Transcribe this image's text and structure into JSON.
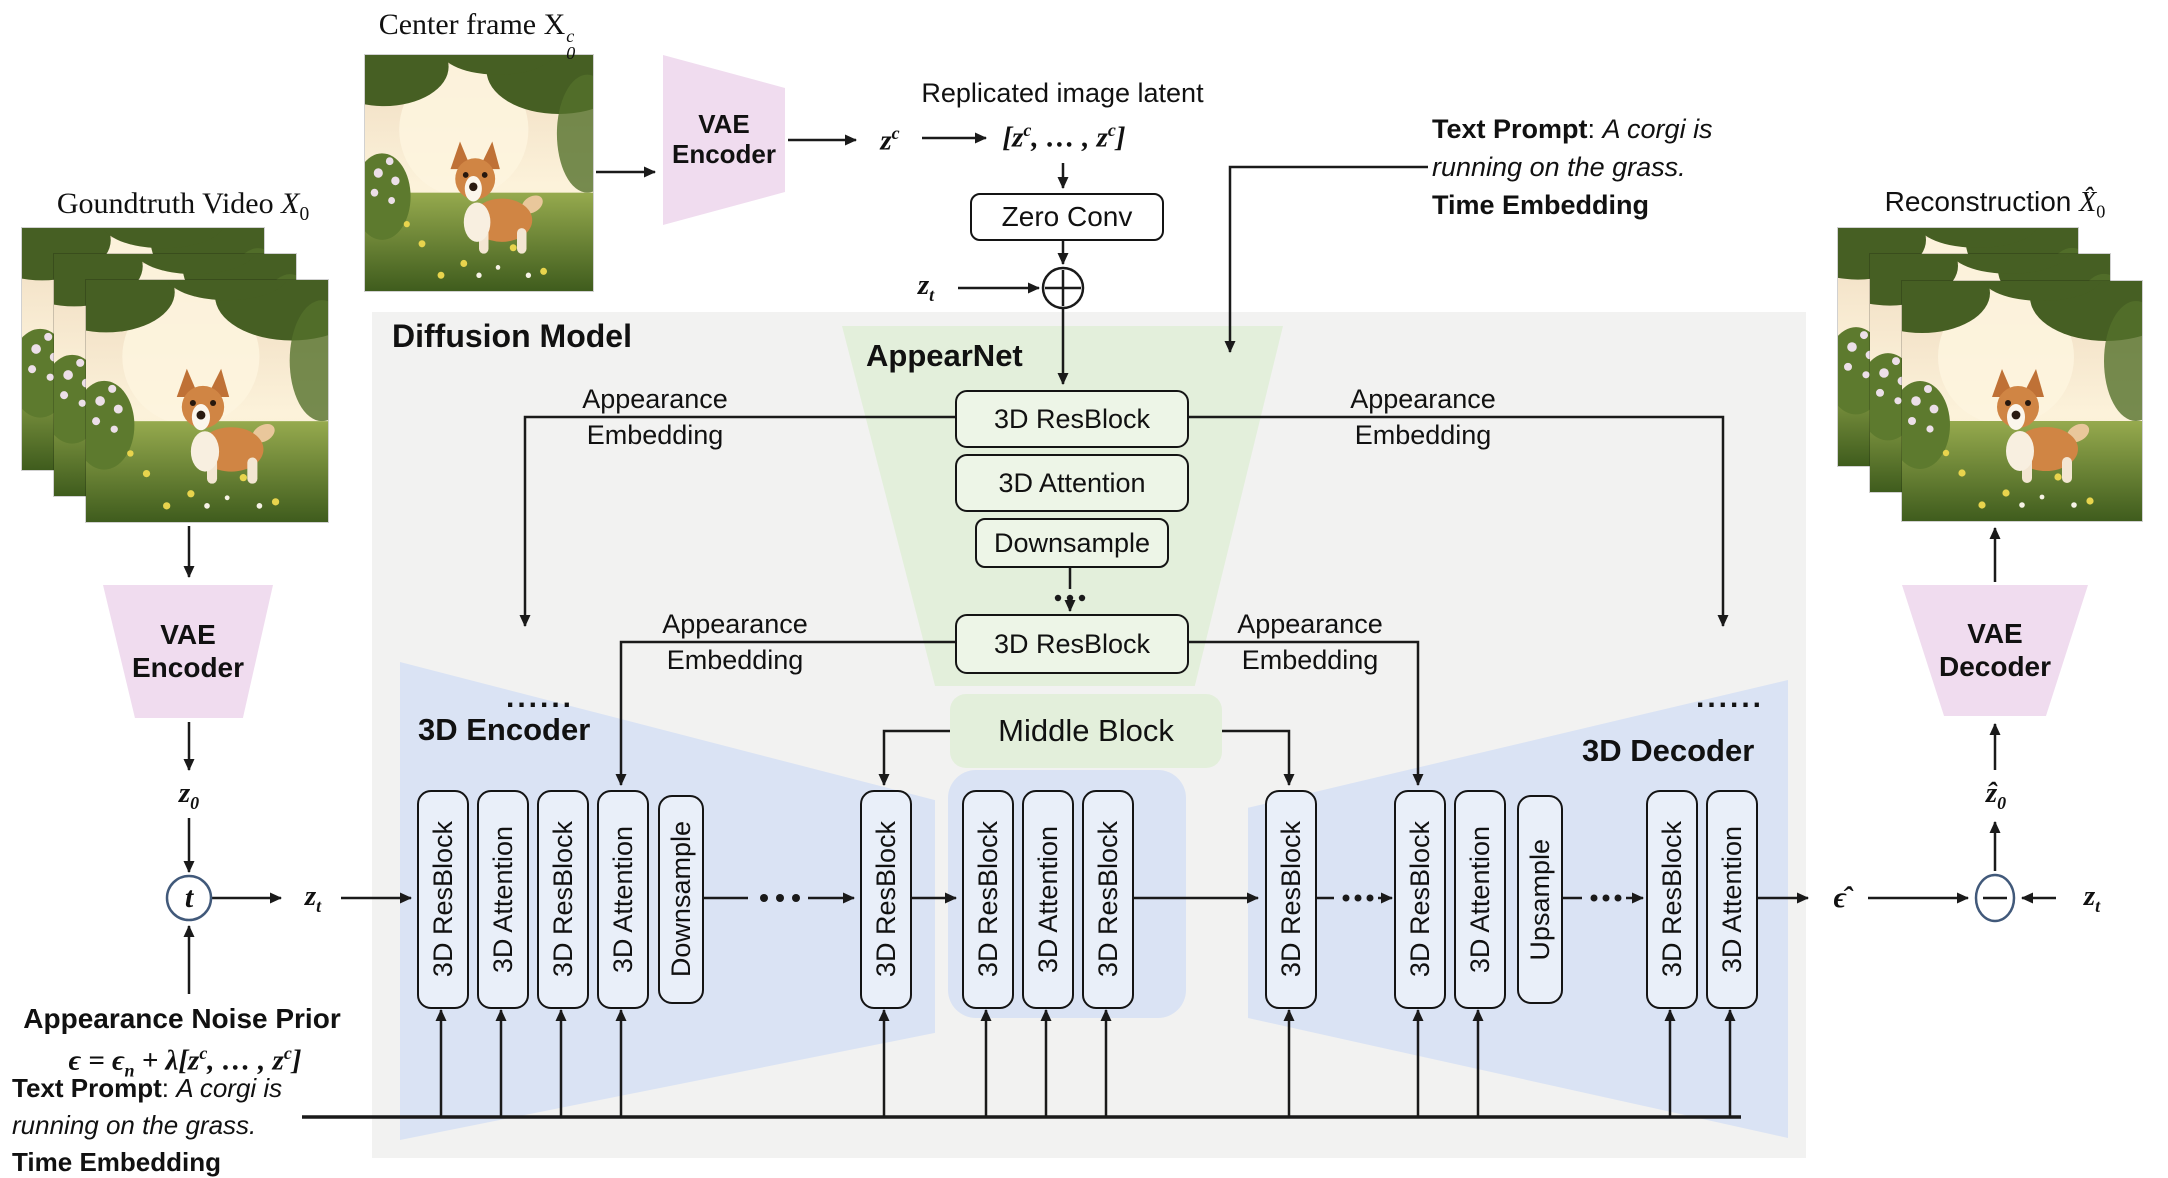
{
  "io": {
    "groundtruth_label": "Goundtruth Video",
    "groundtruth_var": "X",
    "groundtruth_sub": "0",
    "center_label": "Center frame",
    "center_var": "X",
    "center_sup": "c",
    "center_sub": "0",
    "recon_label": "Reconstruction",
    "recon_var": "X̂",
    "recon_sub": "0",
    "replicated": "Replicated image latent"
  },
  "vae": {
    "encoder_l1": "VAE",
    "encoder_l2": "Encoder",
    "decoder_l1": "VAE",
    "decoder_l2": "Decoder"
  },
  "ops": {
    "zero_conv": "Zero Conv",
    "plus": "+",
    "minus": "−",
    "timestep": "t"
  },
  "math": {
    "z_c_base": "z",
    "z_c_sup": "c",
    "repl_p1": "[",
    "repl_b1": "z",
    "repl_s1": "c",
    "repl_p2": ", … , ",
    "repl_b2": "z",
    "repl_s2": "c",
    "repl_p3": "]",
    "z_t_base": "z",
    "z_t_sub": "t",
    "z_0_base": "z",
    "z_0_sub": "0",
    "z_hat_base": "ẑ",
    "z_hat_sub": "0",
    "eps_hat": "ϵ̂"
  },
  "panel": {
    "diffusion_model": "Diffusion Model",
    "appearnet": "AppearNet",
    "encoder_3d": "3D Encoder",
    "decoder_3d": "3D Decoder",
    "middle_block": "Middle Block",
    "appearance": "Appearance",
    "embedding": "Embedding",
    "ellipsis_long": "......"
  },
  "noise_prior": {
    "title": "Appearance Noise Prior",
    "f1": "ϵ = ϵ",
    "f1_sub": "n",
    "f2": " + λ[z",
    "f2_sup": "c",
    "f3": ", … , z",
    "f3_sup": "c",
    "f4": "]"
  },
  "prompt": {
    "label": "Text Prompt",
    "sep": ": ",
    "text": "A corgi is running on the grass.",
    "time": "Time Embedding"
  },
  "appearnet_blocks": [
    "3D ResBlock",
    "3D Attention",
    "Downsample",
    "3D ResBlock"
  ],
  "unet_blocks": [
    "3D ResBlock",
    "3D Attention",
    "3D ResBlock",
    "3D Attention",
    "Downsample",
    "3D ResBlock",
    "3D ResBlock",
    "3D Attention",
    "3D ResBlock",
    "3D ResBlock",
    "3D ResBlock",
    "3D Attention",
    "Upsample",
    "3D ResBlock",
    "3D Attention"
  ],
  "images": {
    "groundtruth": "corgi-video-frames",
    "center": "corgi-center-frame",
    "reconstruction": "corgi-video-frames"
  },
  "colors": {
    "panel_gray": "#f2f2f1",
    "appearnet_green": "#e3efdb",
    "green_block": "#edf5e7",
    "unet_blue": "#dae3f4",
    "blue_block": "#e9eff9",
    "vae_pink": "#f0dcef",
    "wire": "#1a1a1a",
    "circle_border": "#41597a"
  }
}
